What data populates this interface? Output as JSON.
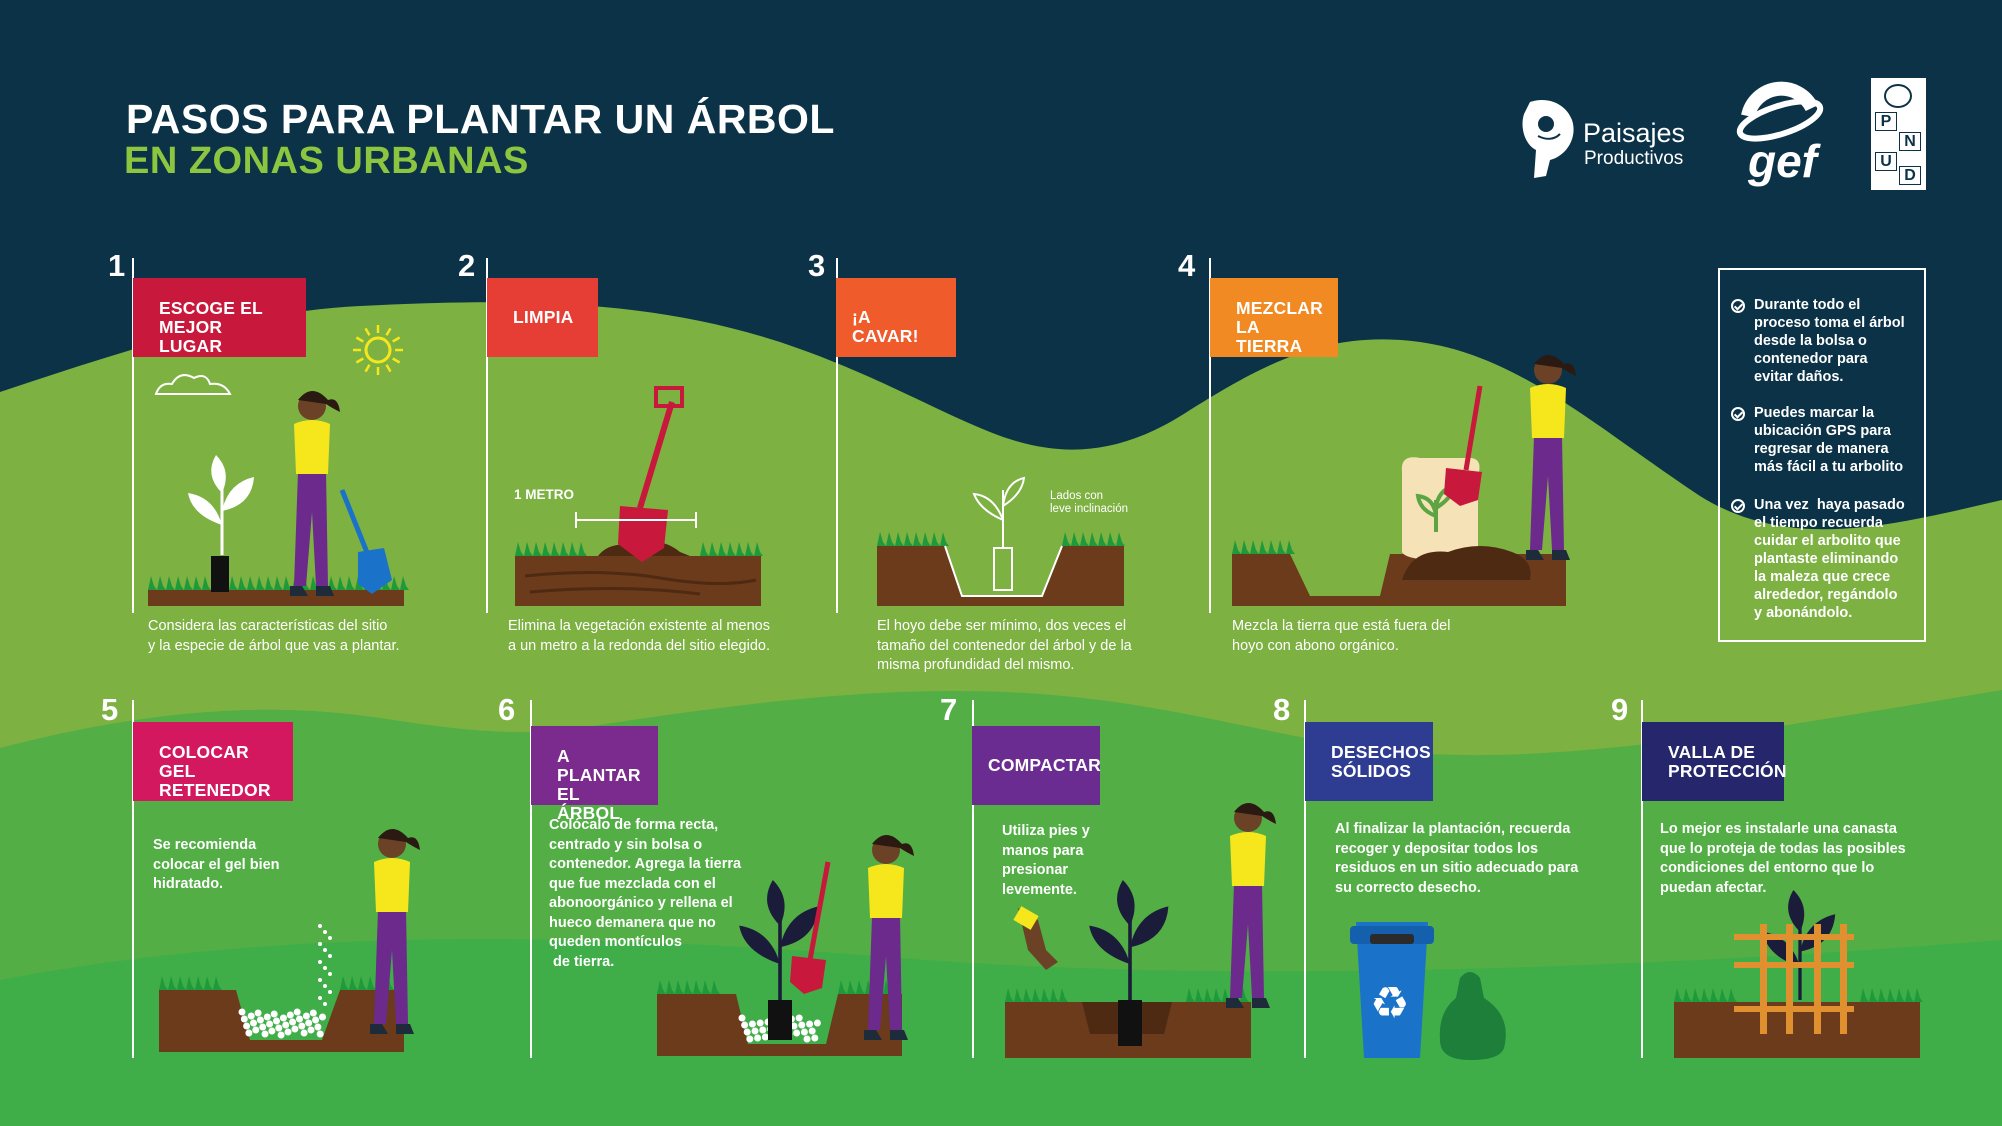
{
  "header": {
    "title_line1": "PASOS PARA PLANTAR UN ÁRBOL",
    "title_line2": "EN ZONAS URBANAS"
  },
  "logos": {
    "paisajes_line1": "Paisajes",
    "paisajes_line2": "Productivos",
    "gef": "gef",
    "pnud": [
      "P",
      "N",
      "U",
      "D"
    ]
  },
  "steps": [
    {
      "number": "1",
      "label_lines": [
        "ESCOGE EL",
        "MEJOR LUGAR"
      ],
      "desc_lines": [
        "Considera las características del sitio",
        "y la especie de árbol que vas a plantar."
      ],
      "color": "#c8193c"
    },
    {
      "number": "2",
      "label_lines": [
        "LIMPIA"
      ],
      "desc_lines": [
        "Elimina la vegetación existente al menos",
        "a un metro a la redonda del sitio elegido."
      ],
      "color": "#e63d35"
    },
    {
      "number": "3",
      "label_lines": [
        "¡A CAVAR!"
      ],
      "desc_lines": [
        "El hoyo debe ser mínimo, dos veces el",
        "tamaño del contenedor del árbol y de la",
        "misma profundidad del mismo."
      ],
      "color": "#ef5b2b"
    },
    {
      "number": "4",
      "label_lines": [
        "MEZCLAR",
        "LA TIERRA"
      ],
      "desc_lines": [
        "Mezcla la tierra que está fuera del",
        "hoyo con abono orgánico."
      ],
      "color": "#f18a22"
    },
    {
      "number": "5",
      "label_lines": [
        "COLOCAR GEL",
        "RETENEDOR"
      ],
      "desc_lines": [
        "Se recomienda",
        "colocar el gel bien",
        "hidratado."
      ],
      "color": "#d4185f"
    },
    {
      "number": "6",
      "label_lines": [
        "A PLANTAR",
        "EL ÁRBOL"
      ],
      "desc_lines": [
        "Colócalo de forma recta,",
        "centrado y sin bolsa o",
        "contenedor. Agrega la tierra",
        "que fue mezclada con el",
        "abonoorgánico y rellena el",
        "hueco demanera que no",
        "queden montículos",
        " de tierra."
      ],
      "color": "#7b2a8d"
    },
    {
      "number": "7",
      "label_lines": [
        "COMPACTAR"
      ],
      "desc_lines": [
        "Utiliza pies y",
        "manos para",
        "presionar",
        "levemente."
      ],
      "color": "#6a2c91"
    },
    {
      "number": "8",
      "label_lines": [
        "DESECHOS",
        "SÓLIDOS"
      ],
      "desc_lines": [
        "Al finalizar la plantación, recuerda",
        "recoger y depositar todos los",
        "residuos en un sitio adecuado para",
        "su correcto desecho."
      ],
      "color": "#2e3c92"
    },
    {
      "number": "9",
      "label_lines": [
        "VALLA DE",
        "PROTECCIÓN"
      ],
      "desc_lines": [
        "Lo mejor es instalarle una canasta",
        "que lo proteja de todas las posibles",
        "condiciones del entorno que lo",
        "puedan afectar."
      ],
      "color": "#25266b"
    }
  ],
  "annotations": {
    "metro": "1 METRO",
    "lados_line1": "Lados con",
    "lados_line2": "leve inclinación"
  },
  "tips": [
    {
      "lines": [
        "Durante todo el",
        "proceso toma el árbol",
        "desde la bolsa o",
        "contenedor para",
        "evitar daños."
      ]
    },
    {
      "lines": [
        "Puedes marcar la",
        "ubicación GPS para",
        "regresar de manera",
        "más fácil a tu arbolito"
      ]
    },
    {
      "lines": [
        "Una vez  haya pasado",
        "el tiempo recuerda",
        "cuidar el arbolito que",
        "plantaste eliminando",
        "la maleza que crece",
        "alrededor, regándolo",
        "y abonándolo."
      ]
    }
  ],
  "colors": {
    "background": "#0b3247",
    "hill_light": "#7db142",
    "hill_mid": "#3fae49",
    "soil": "#6b3b1c",
    "grass": "#1f9a3a",
    "skin": "#6b4226",
    "shirt": "#f6e71c",
    "pants": "#6b2a8c",
    "bin": "#1a73c8"
  }
}
